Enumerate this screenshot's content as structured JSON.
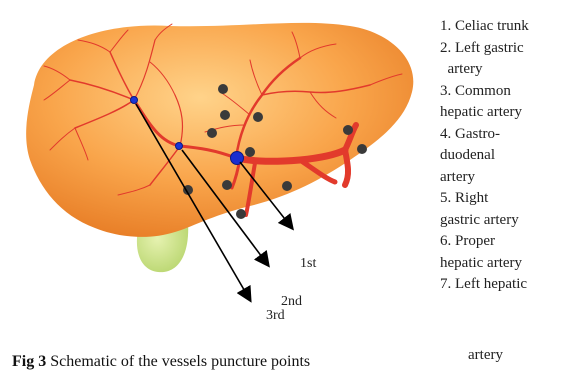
{
  "legend": {
    "lines": [
      "1. Celiac trunk",
      "2. Left gastric",
      "  artery",
      "3. Common",
      "hepatic artery",
      "4. Gastro-",
      "duodenal",
      "artery",
      "5. Right",
      "gastric artery",
      "6. Proper",
      "hepatic artery",
      "7. Left hepatic"
    ],
    "tail": "artery"
  },
  "arrow_labels": {
    "first": "1st",
    "second": "2nd",
    "third": "3rd"
  },
  "caption": {
    "prefix": "Fig 3",
    "text": " Schematic of the vessels puncture points"
  },
  "colors": {
    "liver": "#f7a04a",
    "artery": "#e23a2c",
    "gallbladder": "#c8e08a",
    "arrow": "#000000",
    "marker": "#3a3a3a"
  }
}
